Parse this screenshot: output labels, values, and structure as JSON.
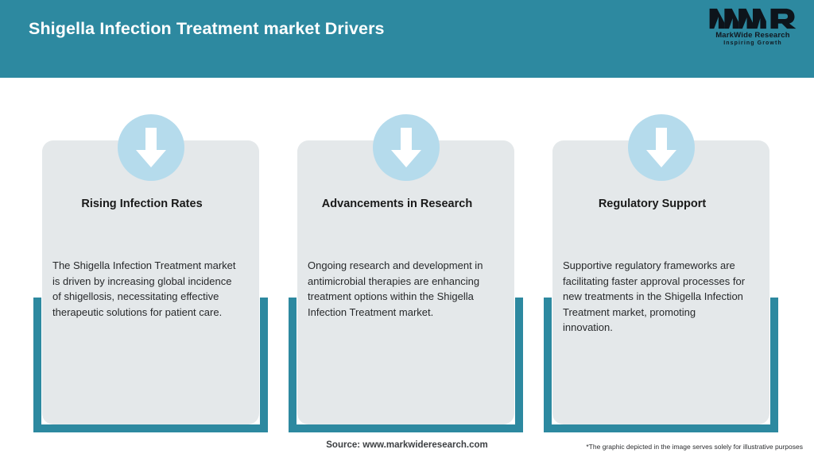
{
  "header": {
    "title": "Shigella Infection Treatment market Drivers",
    "background_color": "#2d89a0",
    "title_color": "#ffffff"
  },
  "logo": {
    "mark": "MWR",
    "name": "MarkWide Research",
    "tagline": "Inspiring Growth"
  },
  "theme": {
    "teal": "#2d89a0",
    "panel_gray": "#e4e8ea",
    "circle_blue": "#b5dbec",
    "arrow_white": "#ffffff",
    "page_background": "#ffffff"
  },
  "cards": [
    {
      "icon": "down-arrow-icon",
      "title": "Rising Infection Rates",
      "body": "The Shigella Infection Treatment market is driven by increasing global incidence of shigellosis, necessitating effective therapeutic solutions for patient care."
    },
    {
      "icon": "down-arrow-icon",
      "title": "Advancements in Research",
      "body": "Ongoing research and development in antimicrobial therapies are enhancing treatment options within the Shigella Infection Treatment market."
    },
    {
      "icon": "down-arrow-icon",
      "title": "Regulatory Support",
      "body": "Supportive regulatory frameworks are facilitating faster approval processes for new treatments in the Shigella Infection Treatment market, promoting innovation."
    }
  ],
  "footer": {
    "source": "Source: www.markwideresearch.com",
    "note": "*The graphic depicted in the image serves solely for illustrative purposes"
  }
}
